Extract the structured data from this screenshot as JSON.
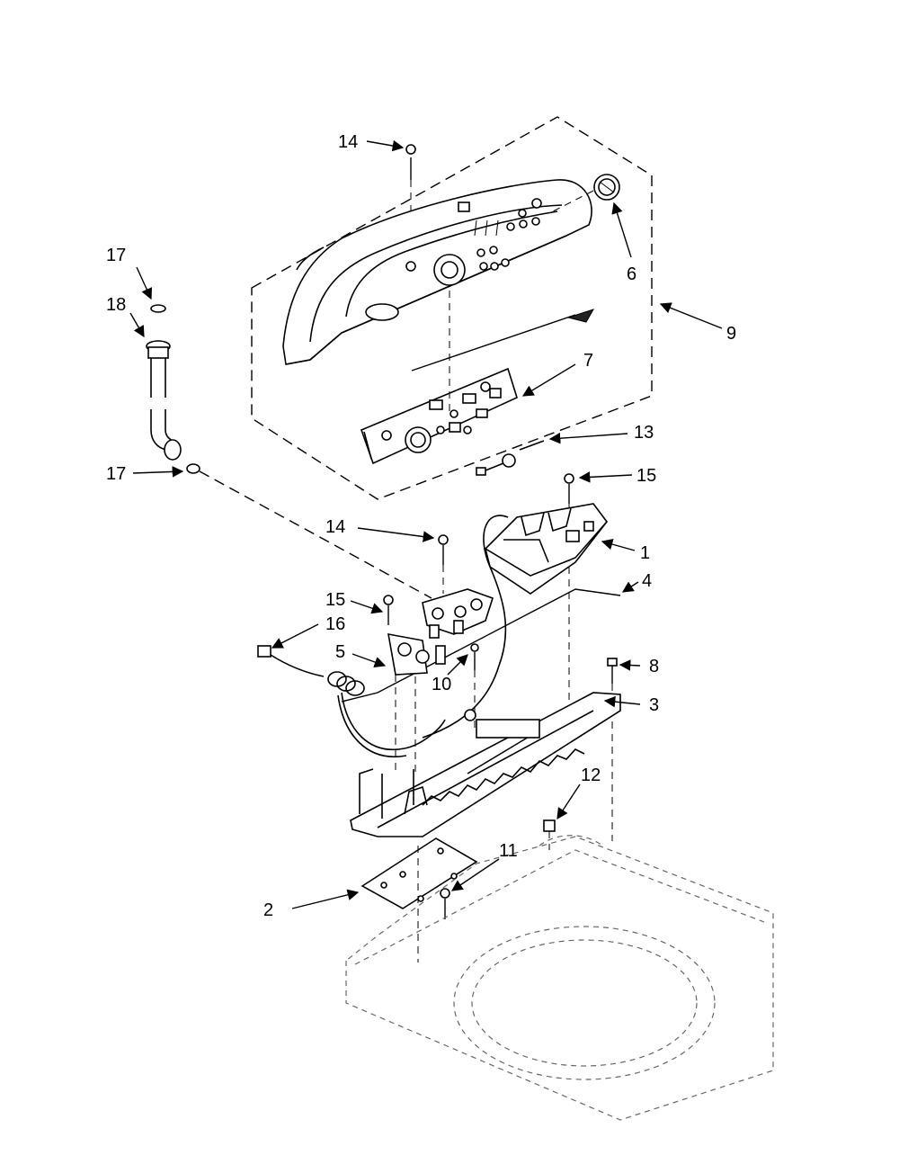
{
  "callouts": {
    "c1": "1",
    "c2": "2",
    "c3": "3",
    "c4": "4",
    "c5": "5",
    "c6": "6",
    "c7": "7",
    "c8": "8",
    "c9": "9",
    "c10": "10",
    "c11": "11",
    "c12": "12",
    "c13": "13",
    "c14a": "14",
    "c14b": "14",
    "c15a": "15",
    "c15b": "15",
    "c16": "16",
    "c17a": "17",
    "c17b": "17",
    "c18": "18"
  }
}
